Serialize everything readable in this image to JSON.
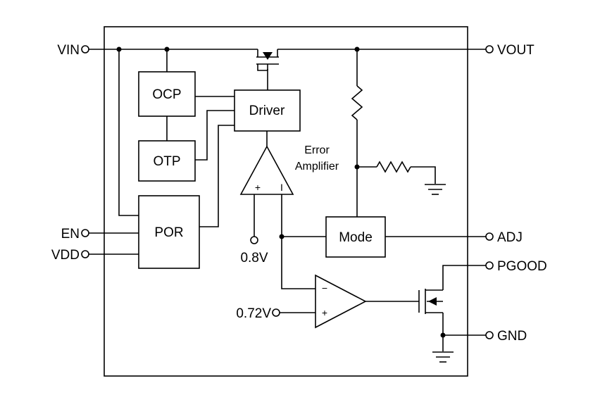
{
  "pins": {
    "vin": "VIN",
    "vout": "VOUT",
    "en": "EN",
    "vdd": "VDD",
    "adj": "ADJ",
    "pgood": "PGOOD",
    "gnd": "GND"
  },
  "blocks": {
    "ocp": "OCP",
    "otp": "OTP",
    "driver": "Driver",
    "por": "POR",
    "mode": "Mode"
  },
  "labels": {
    "error_amp_line1": "Error",
    "error_amp_line2": "Amplifier",
    "ref_08": "0.8V",
    "ref_072": "0.72V"
  },
  "opamp_signs": {
    "ea_plus": "+",
    "ea_minus": "I",
    "cmp_minus": "−",
    "cmp_plus": "+"
  }
}
